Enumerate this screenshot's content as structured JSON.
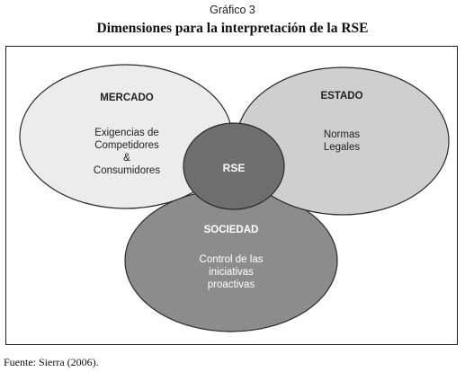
{
  "figure": {
    "caption": "Gráfico 3",
    "title": "Dimensiones para la interpretación de la RSE",
    "source": "Fuente: Sierra (2006)."
  },
  "nodes": {
    "mercado": {
      "label": "MERCADO",
      "lines": [
        "Exigencias de",
        "Competidores",
        "&",
        "Consumidores"
      ],
      "fill": "#ececec"
    },
    "estado": {
      "label": "ESTADO",
      "lines": [
        "Normas",
        "Legales"
      ],
      "fill": "#cfcfcf"
    },
    "sociedad": {
      "label": "SOCIEDAD",
      "lines": [
        "Control de las",
        "iniciativas",
        "proactivas"
      ],
      "fill": "#8c8c8c"
    },
    "rse": {
      "label": "RSE",
      "fill": "#6e6e6e"
    }
  }
}
